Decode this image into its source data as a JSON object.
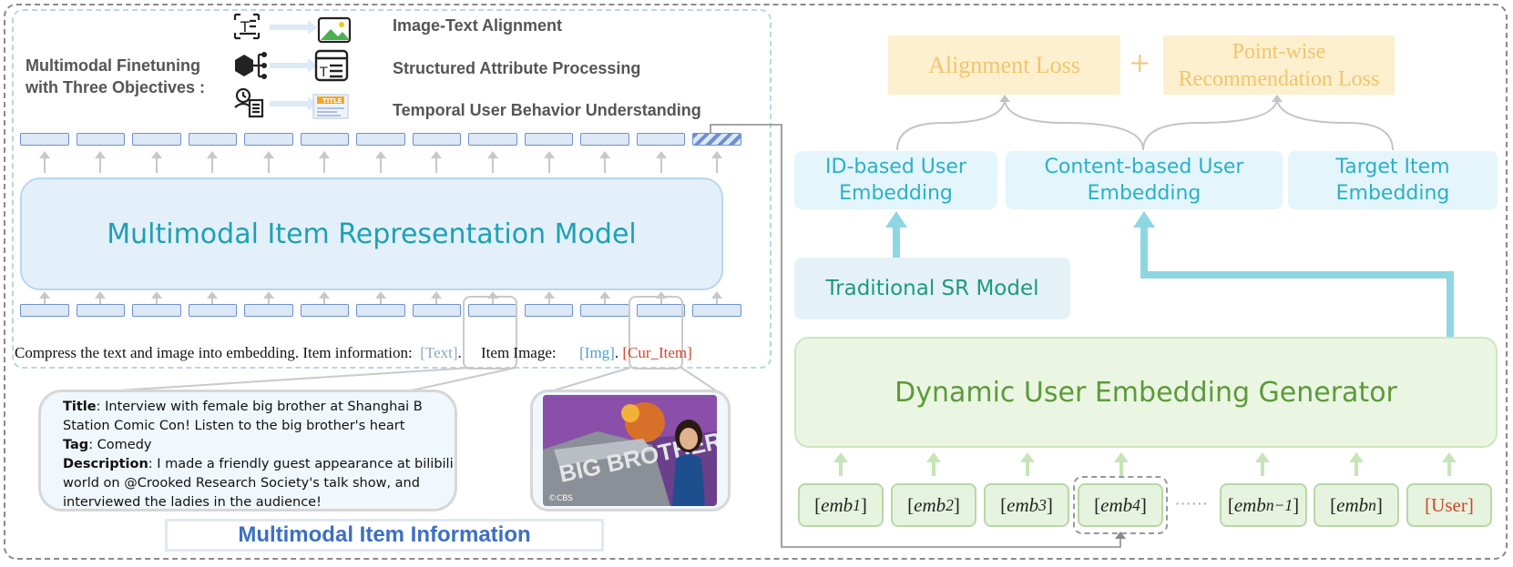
{
  "left": {
    "objectives_title": "Multimodal Finetuning with Three Objectives :",
    "objectives": [
      "Image-Text Alignment",
      "Structured Attribute Processing",
      "Temporal User Behavior Understanding"
    ],
    "model_label": "Multimodal Item Representation Model",
    "prompt": {
      "prefix": "Compress the text and image into embedding. Item information:",
      "text_placeholder": "[Text]",
      "dot1": ".",
      "mid": "Item Image:",
      "img_placeholder": "[Img]",
      "dot2": ".",
      "cur_item": "[Cur_Item]"
    },
    "item_info": {
      "title_key": "Title",
      "title_val": ": Interview with female big brother at Shanghai B Station Comic Con! Listen to the big brother's heart",
      "tag_key": "Tag",
      "tag_val": ": Comedy",
      "desc_key": "Description",
      "desc_val": ": I made a friendly guest appearance at bilibili world on @Crooked Research Society's talk show, and interviewed the ladies in the audience!"
    },
    "thumb_logo": "©CBS",
    "thumb_sign": "BIG BROTHER",
    "footer_title": "Multimodal Item Information"
  },
  "right": {
    "alignment_loss": "Alignment Loss",
    "plus": "+",
    "pointwise_loss_1": "Point-wise",
    "pointwise_loss_2": "Recommendation Loss",
    "id_emb_1": "ID-based User",
    "id_emb_2": "Embedding",
    "content_emb_1": "Content-based User",
    "content_emb_2": "Embedding",
    "target_emb_1": "Target Item",
    "target_emb_2": "Embedding",
    "sr_model": "Traditional SR Model",
    "generator": "Dynamic User Embedding Generator",
    "inputs": {
      "emb": "emb",
      "sub1": "1",
      "sub2": "2",
      "sub3": "3",
      "sub4": "4",
      "subn1": "n−1",
      "subn": "n",
      "lb": "[",
      "rb": "]",
      "ellipsis": "······",
      "user": "[User]"
    }
  }
}
